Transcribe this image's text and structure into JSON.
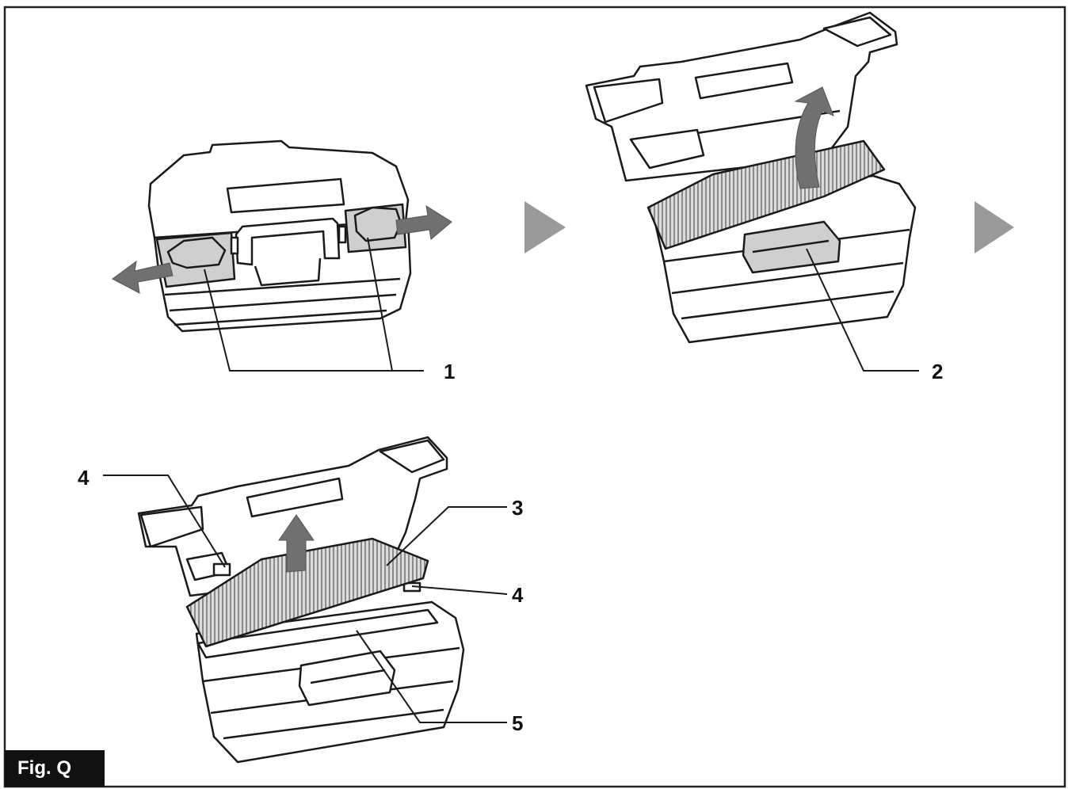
{
  "figure": {
    "label": "Fig. Q"
  },
  "callouts": {
    "c1": "1",
    "c2": "2",
    "c3": "3",
    "c4a": "4",
    "c4b": "4",
    "c5": "5"
  },
  "colors": {
    "line": "#1a1a1a",
    "shaded": "#cfcfcf",
    "arrow": "#707070",
    "step_arrow": "#9a9a9a",
    "filter_hatch": "#8a8a8a"
  }
}
